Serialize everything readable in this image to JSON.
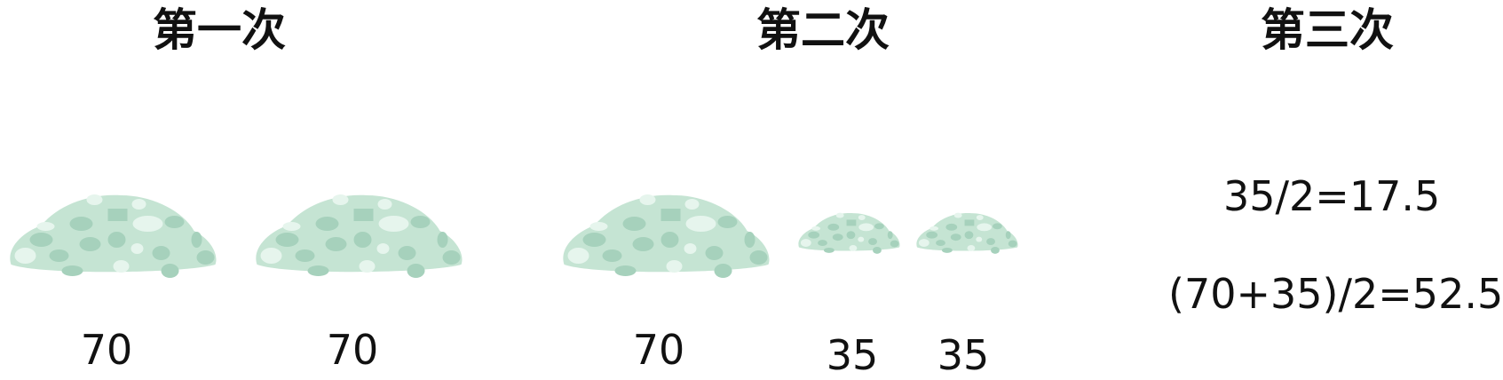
{
  "columns": [
    {
      "title": "第一次"
    },
    {
      "title": "第二次"
    },
    {
      "title": "第三次"
    }
  ],
  "first_round": {
    "piles": [
      {
        "label": "70",
        "size": "large"
      },
      {
        "label": "70",
        "size": "large"
      }
    ]
  },
  "second_round": {
    "piles": [
      {
        "label": "70",
        "size": "large"
      },
      {
        "label": "35",
        "size": "small"
      },
      {
        "label": "35",
        "size": "small"
      }
    ]
  },
  "third_round": {
    "formulas": [
      "35/2=17.5",
      "(70+35)/2=52.5"
    ]
  },
  "colors": {
    "pile_base": "#c5e4d3",
    "pile_dark": "#a6d1bc",
    "pile_light": "#e6f5ed"
  }
}
